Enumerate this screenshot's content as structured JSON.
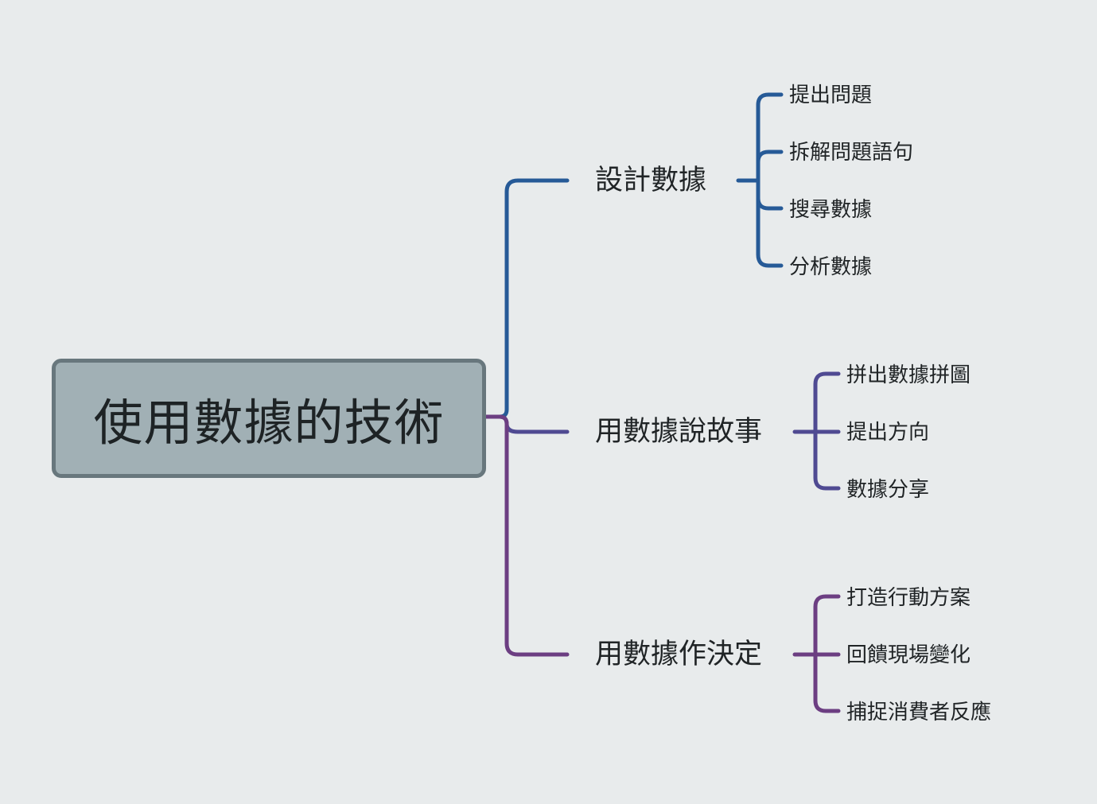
{
  "background": "#e8ebec",
  "root": {
    "label": "使用數據的技術",
    "fill": "#a1b0b5",
    "border": "#68777d"
  },
  "branches": [
    {
      "label": "設計數據",
      "color": "#265a97",
      "children": [
        "提出問題",
        "拆解問題語句",
        "搜尋數據",
        "分析數據"
      ]
    },
    {
      "label": "用數據說故事",
      "color": "#4f4a92",
      "children": [
        "拼出數據拼圖",
        "提出方向",
        "數據分享"
      ]
    },
    {
      "label": "用數據作決定",
      "color": "#6c3e82",
      "children": [
        "打造行動方案",
        "回饋現場變化",
        "捕捉消費者反應"
      ]
    }
  ]
}
